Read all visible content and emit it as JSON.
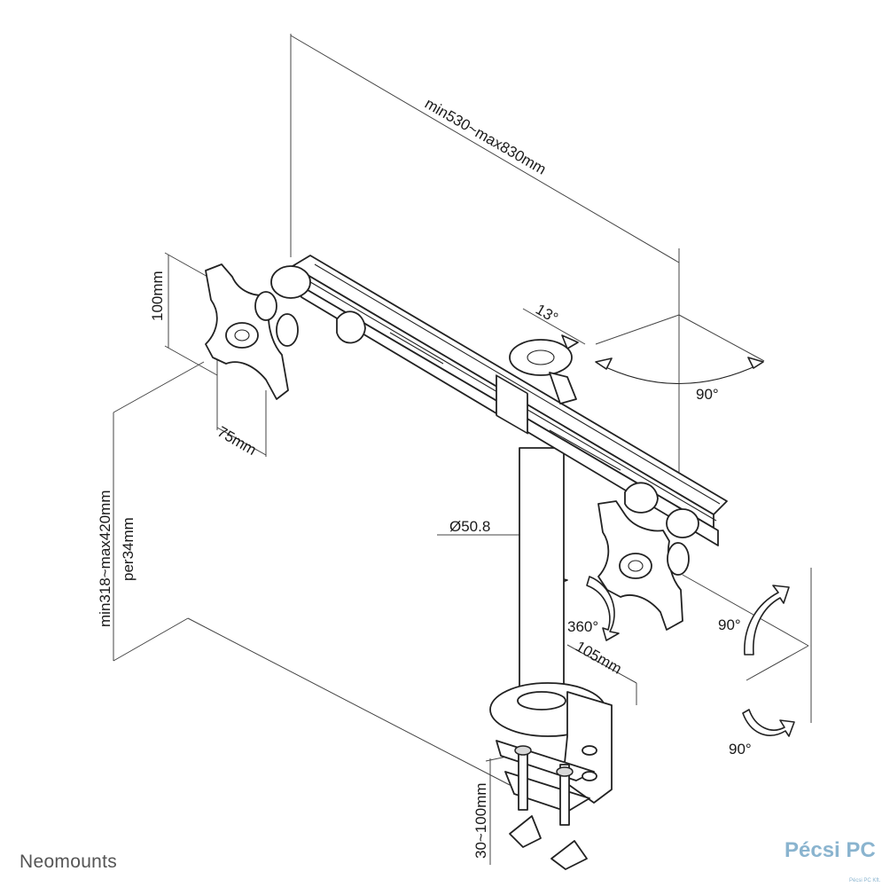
{
  "dimensions": {
    "width_range": "min530~max830mm",
    "tilt": "13°",
    "swivel_top": "90°",
    "vesa_height": "100mm",
    "vesa_width": "75mm",
    "height_range_line1": "min318~max420mm",
    "height_range_line2": "per34mm",
    "pole_diameter": "Ø50.8",
    "rotation": "360°",
    "swivel_right_upper": "90°",
    "swivel_right_lower": "90°",
    "clamp_depth": "105mm",
    "desk_thickness": "30~100mm"
  },
  "branding": {
    "brand": "Neomounts",
    "watermark": "Pécsi PC",
    "watermark_sub": "Pécsi PC Kft."
  },
  "colors": {
    "line": "#222222",
    "fill": "#ffffff",
    "shade": "#d9d9d9"
  }
}
